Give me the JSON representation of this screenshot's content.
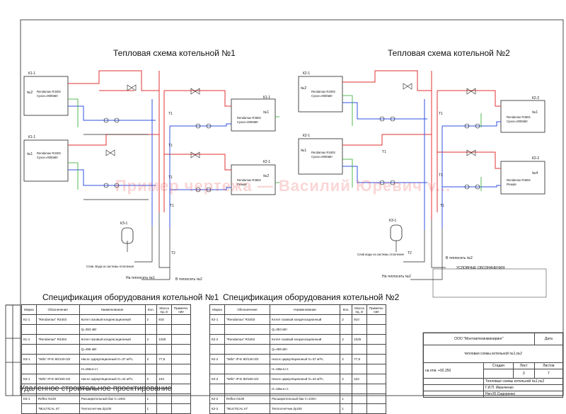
{
  "titles": {
    "schema1": "Тепловая схема котельной №1",
    "schema2": "Тепловая схема котельной №2",
    "spec1": "Спецификация оборудования котельной №1",
    "spec2": "Спецификация оборудования котельной №2"
  },
  "watermark": "Пример чертежа — Василий Юревич v...",
  "footer_watermark": "Удаленное строительное проектирование",
  "schema1": {
    "boilers": [
      {
        "tag": "К1-1",
        "num": "№2",
        "name": "Rendamax R3403",
        "sub": "Сухое=0000кВт"
      },
      {
        "tag": "К1-1",
        "num": "№1",
        "name": "Rendamax R3403",
        "sub": "Сухое=0000кВт"
      },
      {
        "tag": "К1-1",
        "num": "№1",
        "name": "Rendamax R3604",
        "sub": "Сухое=0000кВт"
      },
      {
        "tag": "К2-1",
        "num": "№2",
        "name": "Rendamax R3604",
        "sub": "Резерв"
      }
    ],
    "notes": [
      "Слив. Вода из системы отопления",
      "На теплосеть №1",
      "В теплосеть №2"
    ],
    "tank": "КЗ-1",
    "t_labels": [
      "Т1",
      "Т1",
      "Т1",
      "Т1",
      "Т2"
    ]
  },
  "schema2": {
    "boilers": [
      {
        "tag": "К2-1",
        "num": "№2",
        "name": "Rendamax R3403",
        "sub": "Сухое=0000кВт"
      },
      {
        "tag": "К2-1",
        "num": "№1",
        "name": "Rendamax R3403",
        "sub": "Сухое=0000кВт"
      },
      {
        "tag": "К2-2",
        "num": "№1",
        "name": "Rendamax R3604",
        "sub": "Сухое=0000кВт"
      },
      {
        "tag": "К2-2",
        "num": "№4",
        "name": "Rendamax R3604",
        "sub": "Резерв"
      }
    ],
    "notes": [
      "Слив воды из системы отопления",
      "На теплосеть №2",
      "В теплосеть №2"
    ],
    "tank": "КЗ-1",
    "t_labels": [
      "Т1",
      "Т1",
      "Т1",
      "Т1",
      "Т2"
    ],
    "legend_title": "УСЛОВНЫЕ ОБОЗНАЧЕНИЯ:"
  },
  "spec1": {
    "headers": [
      "Марка",
      "Обозначение",
      "Наименование",
      "Кол.",
      "Масса ед. кг",
      "Примеча-ние"
    ],
    "rows": [
      [
        "К1-1",
        "\"Rendamax\" R3403",
        "Котел газовый конденсационный",
        "2",
        "910",
        ""
      ],
      [
        "",
        "",
        "Q=353 кВт",
        "",
        "",
        ""
      ],
      [
        "К1-1",
        "\"Rendamax\" R3404",
        "Котел газовый конденсационный",
        "2",
        "1025",
        ""
      ],
      [
        "",
        "",
        "Q=455 кВт",
        "",
        "",
        ""
      ],
      [
        "КЗ-1",
        "\"Wilo\" IP-E 80/140-3/2",
        "Насос циркуляционный G=37 м³/ч,",
        "2",
        "77,8",
        ""
      ],
      [
        "",
        "",
        "H=18м.в.ст.",
        "",
        "",
        ""
      ],
      [
        "КЗ-1",
        "\"Wilo\" IP-E 80/160-4/2",
        "Насос циркуляционный G=42 м³/ч,",
        "2",
        "104",
        ""
      ],
      [
        "",
        "",
        "H=18м.в.ст.",
        "",
        "",
        ""
      ],
      [
        "КЗ-1",
        "Reflex N100",
        "Расширительный бак V=100л",
        "1",
        "",
        ""
      ],
      [
        "",
        "\"MULTICAL III\"",
        "Теплосчетчик dу100",
        "1",
        "",
        ""
      ]
    ]
  },
  "spec2": {
    "headers": [
      "Марка",
      "Обозначение",
      "Наименование",
      "Кол.",
      "Масса ед. кг",
      "Примеча-ние"
    ],
    "rows": [
      [
        "К2-1",
        "\"Rendamax\" R3403",
        "Котел газовый конденсационный",
        "2",
        "910",
        ""
      ],
      [
        "",
        "",
        "Q=353 кВт",
        "",
        "",
        ""
      ],
      [
        "К2-2",
        "\"Rendamax\" R3404",
        "Котел газовый конденсационный",
        "2",
        "1025",
        ""
      ],
      [
        "",
        "",
        "Q=455 кВт",
        "",
        "",
        ""
      ],
      [
        "К2-2",
        "\"Wilo\" IP-E 80/140-3/2",
        "Насос циркуляционный G=37 м³/ч,",
        "2",
        "77,8",
        ""
      ],
      [
        "",
        "",
        "H=18м.в.ст.",
        "",
        "",
        ""
      ],
      [
        "К2-2",
        "\"Wilo\" IP-E 80/160-4/2",
        "Насос циркуляционный G=42 м³/ч,",
        "2",
        "104",
        ""
      ],
      [
        "",
        "",
        "H=18м.в.ст.",
        "",
        "",
        ""
      ],
      [
        "К2-2",
        "Reflex N100",
        "Расширительный бак V=100л",
        "1",
        "",
        ""
      ],
      [
        "К2-2",
        "\"MULTICAL III\"",
        "Теплосчетчик dу100",
        "1",
        "",
        ""
      ]
    ]
  },
  "stamp": {
    "org": "ООО \"Монтажтехинжиниринг\"",
    "date_label": "Дата",
    "doc_title": "тепловая схемы котельной №1,№2",
    "stage_label": "Стадия",
    "sheet_label": "Лист",
    "sheets_label": "Листов",
    "stage": "",
    "sheet": "3",
    "sheets": "7",
    "elevation": "на отм. +92.250",
    "sheet_name": "Тепловые схемы котельной №1,№2",
    "gip": "Г.И.П. Иванченко",
    "check": "Нач.Ю.Сидоренко"
  }
}
